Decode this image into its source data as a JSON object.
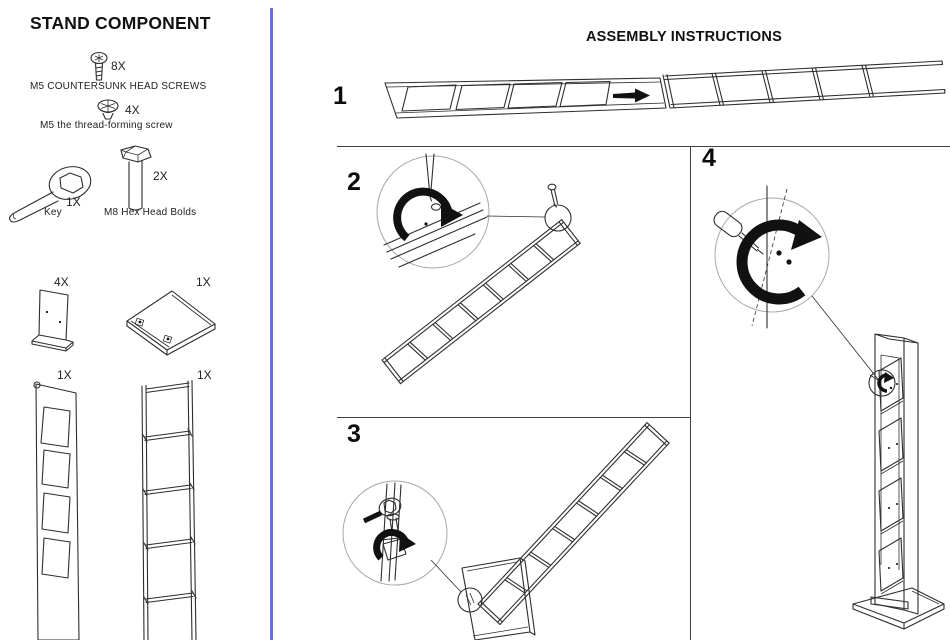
{
  "left_panel": {
    "title": "STAND COMPONENT",
    "parts": [
      {
        "qty": "8X",
        "label": "M5 COUNTERSUNK HEAD SCREWS",
        "icon": "countersunk-screw-icon"
      },
      {
        "qty": "4X",
        "label": "M5 the thread-forming screw",
        "icon": "thread-forming-screw-icon"
      },
      {
        "qty": "2X",
        "label": "M8 Hex Head Bolds",
        "icon": "hex-bolt-icon"
      },
      {
        "qty": "1X",
        "label": "Key",
        "icon": "key-wrench-icon"
      },
      {
        "qty": "4X",
        "label": "",
        "icon": "shelf-panel-icon"
      },
      {
        "qty": "1X",
        "label": "",
        "icon": "base-plate-icon"
      },
      {
        "qty": "1X",
        "label": "",
        "icon": "front-panel-icon"
      },
      {
        "qty": "1X",
        "label": "",
        "icon": "ladder-frame-icon"
      }
    ]
  },
  "instructions": {
    "title": "ASSEMBLY INSTRUCTIONS",
    "steps": [
      {
        "number": "1"
      },
      {
        "number": "2"
      },
      {
        "number": "3"
      },
      {
        "number": "4"
      }
    ]
  },
  "colors": {
    "divider_blue": "#6b6be8",
    "line": "#2e2e2e"
  }
}
